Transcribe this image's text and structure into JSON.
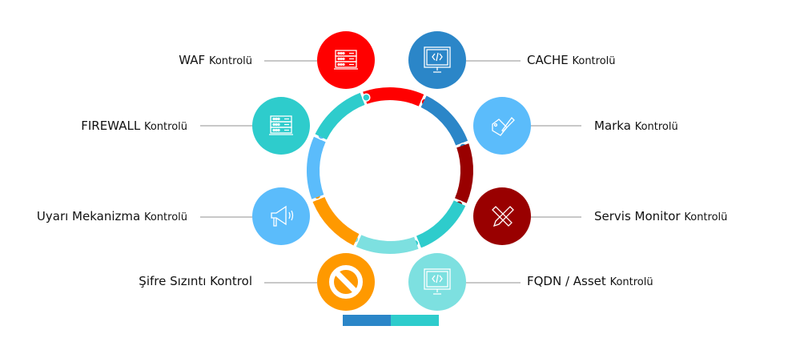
{
  "items": [
    {
      "main": "WAF",
      "suffix": "Kontrolü",
      "color": "#ff0000",
      "icon": "server-icon"
    },
    {
      "main": "CACHE",
      "suffix": "Kontrolü",
      "color": "#2b86c8",
      "icon": "monitor-code-icon"
    },
    {
      "main": "FIREWALL",
      "suffix": "Kontrolü",
      "color": "#2ecccc",
      "icon": "server-icon"
    },
    {
      "main": "Marka",
      "suffix": "Kontrolü",
      "color": "#5bbcfb",
      "icon": "brush-tag-icon"
    },
    {
      "main": "Uyarı Mekanizma",
      "suffix": "Kontrolü",
      "color": "#5bbcfb",
      "icon": "megaphone-icon"
    },
    {
      "main": "Servis Monitor",
      "suffix": "Kontrolü",
      "color": "#990000",
      "icon": "pencil-ruler-icon"
    },
    {
      "main": "Şifre Sızıntı Kontrol",
      "suffix": "",
      "color": "#ff9900",
      "icon": "forbidden-icon"
    },
    {
      "main": "FQDN / Asset",
      "suffix": "Kontrolü",
      "color": "#7de0e0",
      "icon": "monitor-code-icon"
    }
  ],
  "ring_segments": [
    "#ff0000",
    "#2b86c8",
    "#990000",
    "#2ecccc",
    "#7de0e0",
    "#ff9900",
    "#5bbcfb",
    "#2ecccc"
  ],
  "bottom_bar": [
    "#2b86c8",
    "#2ecccc"
  ]
}
